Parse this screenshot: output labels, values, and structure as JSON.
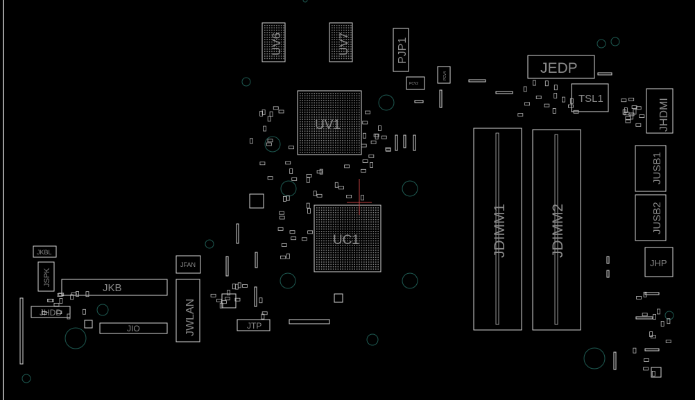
{
  "board": {
    "title": "Motherboard boardview",
    "colors": {
      "background": "#000000",
      "outline": "#d8d8d8",
      "label": "#8a8a8a",
      "hole": "#1e5a52",
      "cursor": "#c04040"
    },
    "components": {
      "uv6": "UV6",
      "uv7": "UV7",
      "pjp1": "PJP1",
      "pcv2": "PCV2",
      "pcv4": "PCV4",
      "jedp": "JEDP",
      "tsl1": "TSL1",
      "jhdmi": "JHDMI",
      "uv1": "UV1",
      "uc1": "UC1",
      "jdimm1": "JDIMM1",
      "jdimm2": "JDIMM2",
      "jusb1": "JUSB1",
      "jusb2": "JUSB2",
      "jhp": "JHP",
      "jkbl": "JKBL",
      "jspk": "JSPK",
      "jkb": "JKB",
      "jfan": "JFAN",
      "jwlan": "JWLAN",
      "jhdd": "JHDD",
      "jio": "JIO",
      "jtp": "JTP"
    }
  }
}
